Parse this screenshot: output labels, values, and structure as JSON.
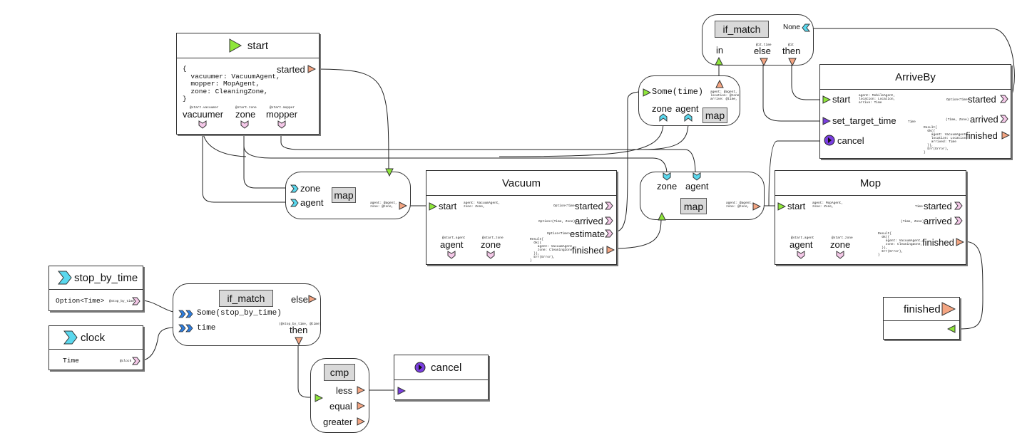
{
  "nodes": {
    "start": {
      "title": "start",
      "code": "{\n  vacuumer: VacuumAgent,\n  mopper: MopAgent,\n  zone: CleaningZone,\n}",
      "out": "started",
      "outs": [
        "vacuumer",
        "zone",
        "mopper"
      ],
      "outs_tiny": [
        "@start.vacuumer",
        "@start.zone",
        "@start.mopper"
      ]
    },
    "map1": {
      "title": "map",
      "ins": [
        "zone",
        "agent"
      ],
      "tiny": "agent: @agent,\nzone: @zone,"
    },
    "vacuum": {
      "title": "Vacuum",
      "in": "start",
      "in_tiny": "agent: VacuumAgent,\nzone: Zone,",
      "outs": [
        "started",
        "arrived",
        "estimate",
        "finished"
      ],
      "outs_tiny": [
        "Option<Time>",
        "Option<(Time, Zone)>",
        "Option<Time>",
        "Result{\n  Ok({\n    agent: VacuumAgent,\n    zone: CleaningZone,\n  }),\n  Err(Error),\n}"
      ],
      "bottom": [
        "agent",
        "zone"
      ],
      "bottom_tiny": [
        "@start.agent",
        "@start.zone"
      ]
    },
    "some_map": {
      "in": "Some(time)",
      "ins": [
        "zone",
        "agent"
      ],
      "title": "map",
      "tiny": "agent: @agent,\nlocation: @zone,\narrive: @time,"
    },
    "if_match_top": {
      "title": "if_match",
      "in": "None",
      "outs": [
        "in",
        "else",
        "then"
      ],
      "outs_tiny": [
        "",
        "@it.time",
        "@it"
      ]
    },
    "arriveby": {
      "title": "ArriveBy",
      "ins": [
        "start",
        "set_target_time",
        "cancel"
      ],
      "ins_tiny": [
        "agent: MobileAgent,\nlocation: Location,\narrive: Time",
        "Time",
        ""
      ],
      "outs": [
        "started",
        "arrived",
        "finished"
      ],
      "outs_tiny": [
        "Option<Time>",
        "(Time, Zone)",
        "Result{\n  Ok({\n    agent: VacuumAgent,\n    location: Location,\n    arrived: Time\n  }),\n  Err(Error),\n}"
      ]
    },
    "map2": {
      "title": "map",
      "ins": [
        "zone",
        "agent"
      ],
      "tiny": "agent: @agent,\nzone: @zone,"
    },
    "mop": {
      "title": "Mop",
      "in": "start",
      "in_tiny": "agent: MopAgent,\nzone: Zone,",
      "outs": [
        "started",
        "arrived",
        "finished"
      ],
      "outs_tiny": [
        "Time",
        "(Time, Zone)",
        "Result{\n  Ok({\n    agent: VacuumAgent,\n    zone: CleaningZone,\n  }),\n  Err(Error),\n}"
      ],
      "bottom": [
        "agent",
        "zone"
      ],
      "bottom_tiny": [
        "@start.agent",
        "@start.zone"
      ]
    },
    "finished": {
      "title": "finished"
    },
    "stop_by_time": {
      "title": "stop_by_time",
      "type": "Option<Time>",
      "tiny": "@stop_by_time"
    },
    "clock": {
      "title": "clock",
      "type": "Time",
      "tiny": "@clock"
    },
    "if_match_bottom": {
      "title": "if_match",
      "ins": [
        "Some(stop_by_time)",
        "time"
      ],
      "outs": [
        "else",
        "then"
      ],
      "then_tiny": "(@stop_by_time, @time)"
    },
    "cmp": {
      "title": "cmp",
      "outs": [
        "less",
        "equal",
        "greater"
      ]
    },
    "cancel": {
      "title": "cancel"
    }
  },
  "colors": {
    "trigger": "#8ee63a",
    "output": "#f4a582",
    "pink": "#f4c8e8",
    "cyan": "#5ad8ee",
    "blue": "#2f7fe0",
    "purple": "#7a3ee0",
    "box": "#d9d9d9"
  }
}
